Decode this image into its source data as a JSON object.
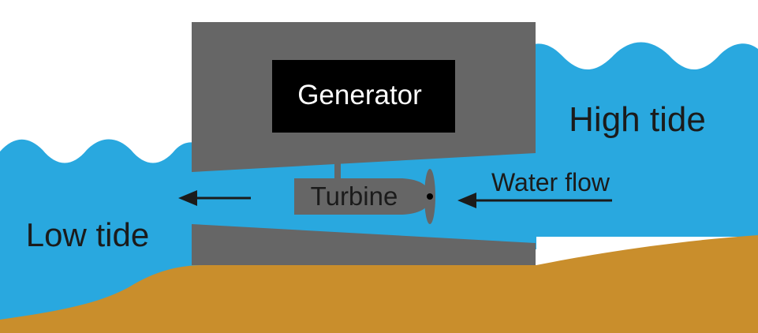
{
  "labels": {
    "generator": "Generator",
    "turbine": "Turbine",
    "high_tide": "High tide",
    "low_tide": "Low tide",
    "water_flow": "Water flow"
  },
  "colors": {
    "water": "#29a8df",
    "seabed": "#c98e2c",
    "barrage": "#666666",
    "generator_box": "#000000",
    "text": "#1b1b1b",
    "generator_text": "#ffffff"
  }
}
